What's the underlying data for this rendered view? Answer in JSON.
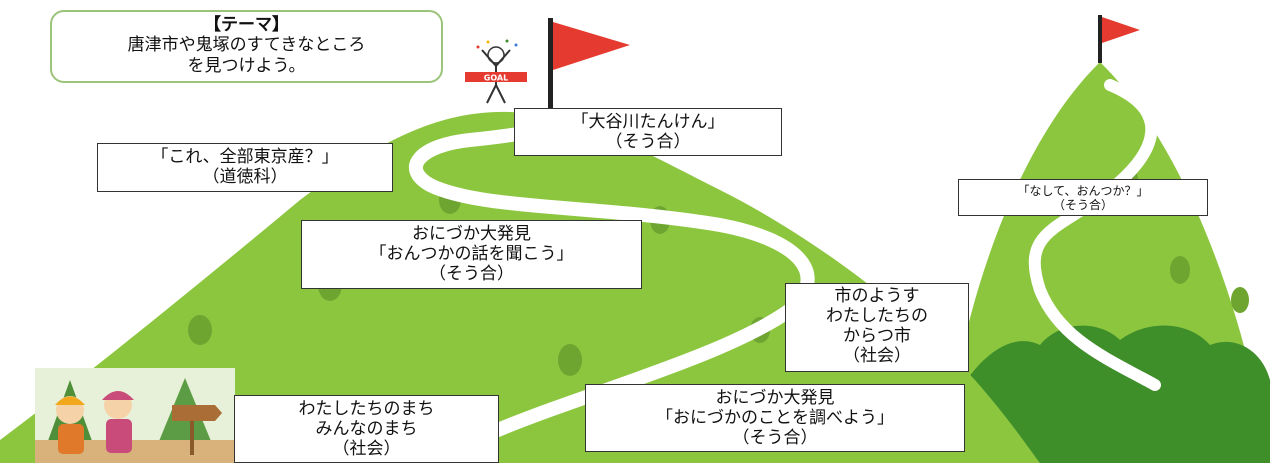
{
  "theme": {
    "title": "【テーマ】",
    "lines": [
      "唐津市や鬼塚のすてきなところ",
      "を見つけよう。"
    ]
  },
  "goal_banner": "GOAL",
  "units": [
    {
      "id": "ootanigawa",
      "lines": [
        "「大谷川たんけん」",
        "（そう合）"
      ]
    },
    {
      "id": "tokyo",
      "lines": [
        "「これ、全部東京産？」",
        "（道徳科）"
      ]
    },
    {
      "id": "nashite",
      "lines": [
        "「なして、おんつか？」",
        "（そう合）"
      ]
    },
    {
      "id": "onitsuka-hanashi",
      "lines": [
        "おにづか大発見",
        "「おんつかの話を聞こう」",
        "（そう合）"
      ]
    },
    {
      "id": "karatsu",
      "lines": [
        "市のようす",
        "わたしたちの",
        "からつ市",
        "（社会）"
      ]
    },
    {
      "id": "onitsuka-shiraberu",
      "lines": [
        "おにづか大発見",
        "「おにづかのことを調べよう」",
        "（そう合）"
      ]
    },
    {
      "id": "machi",
      "lines": [
        "わたしたちのまち",
        "みんなのまち",
        "（社会）"
      ]
    }
  ],
  "colors": {
    "hill_light": "#8cc63f",
    "hill_dark": "#6ea531",
    "forest": "#3e8e2a",
    "flag": "#e53a2f",
    "path": "#ffffff",
    "theme_border": "#9bc47a"
  }
}
